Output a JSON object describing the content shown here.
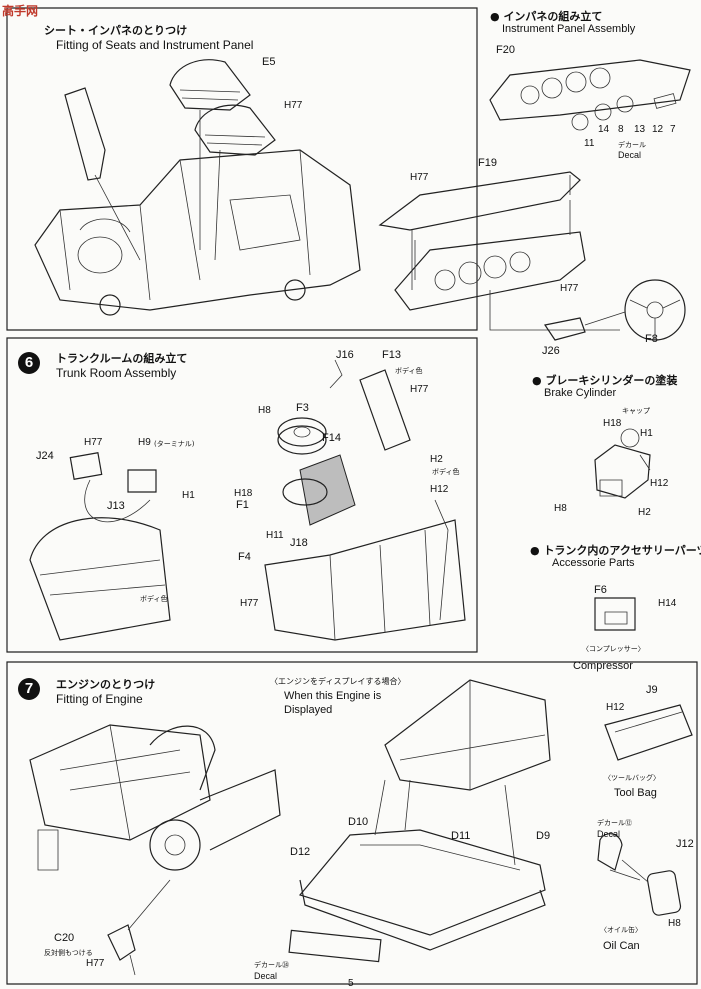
{
  "watermark": "高手网",
  "page_number": "5",
  "step5": {
    "title_jp": "シート・インパネのとりつけ",
    "title_en": "Fitting of Seats and Instrument Panel",
    "labels": [
      "E5",
      "H77",
      "F19",
      "H77",
      "H77",
      "F8",
      "J26"
    ]
  },
  "instrument_panel": {
    "title_jp": "インパネの組み立て",
    "title_en": "Instrument Panel Assembly",
    "part": "F20",
    "numbers": [
      "14",
      "8",
      "13",
      "12",
      "7",
      "11"
    ],
    "decal_jp": "デカール",
    "decal_en": "Decal"
  },
  "step6": {
    "number": "6",
    "title_jp": "トランクルームの組み立て",
    "title_en": "Trunk Room Assembly",
    "labels": {
      "j24": "J24",
      "h77a": "H77",
      "h9": "H9",
      "terminal": "(ターミナル)",
      "h1a": "H1",
      "j13": "J13",
      "body_a": "ボディ色",
      "h8": "H8",
      "f3": "F3",
      "f14": "F14",
      "h18": "H18",
      "f1": "F1",
      "h11": "H11",
      "j18": "J18",
      "f4": "F4",
      "h77b": "H77",
      "j16": "J16",
      "f13": "F13",
      "body_b": "ボディ色",
      "h77c": "H77",
      "h2": "H2",
      "body_c": "ボディ色",
      "h12": "H12"
    }
  },
  "brake": {
    "title_jp": "ブレーキシリンダーの塗装",
    "title_en": "Brake Cylinder",
    "cap": "キャップ",
    "labels": [
      "H18",
      "H1",
      "H12",
      "H8",
      "H2"
    ]
  },
  "trunk_acc": {
    "title_jp": "トランク内のアクセサリーパーツ",
    "title_en": "Accessorie Parts",
    "part": "F6",
    "paint": "H14",
    "name_jp": "〈コンプレッサー〉",
    "name_en": "Compressor"
  },
  "toolbag": {
    "part": "J9",
    "paint": "H12",
    "name_jp": "〈ツールバッグ〉",
    "name_en": "Tool Bag"
  },
  "oilcan": {
    "decal_jp": "デカール⑫",
    "decal_en": "Decal",
    "part": "J12",
    "paint": "H8",
    "name_jp": "〈オイル缶〉",
    "name_en": "Oil Can"
  },
  "step7": {
    "number": "7",
    "title_jp": "エンジンのとりつけ",
    "title_en": "Fitting of Engine",
    "display_jp": "〈エンジンをディスプレイする場合〉",
    "display_en_1": "When this Engine is",
    "display_en_2": "Displayed",
    "c20": "C20",
    "c20_note": "反対側もつける",
    "h77": "H77",
    "d10": "D10",
    "d11": "D11",
    "d9": "D9",
    "d12": "D12",
    "decal_jp": "デカール㉔",
    "decal_en": "Decal"
  }
}
